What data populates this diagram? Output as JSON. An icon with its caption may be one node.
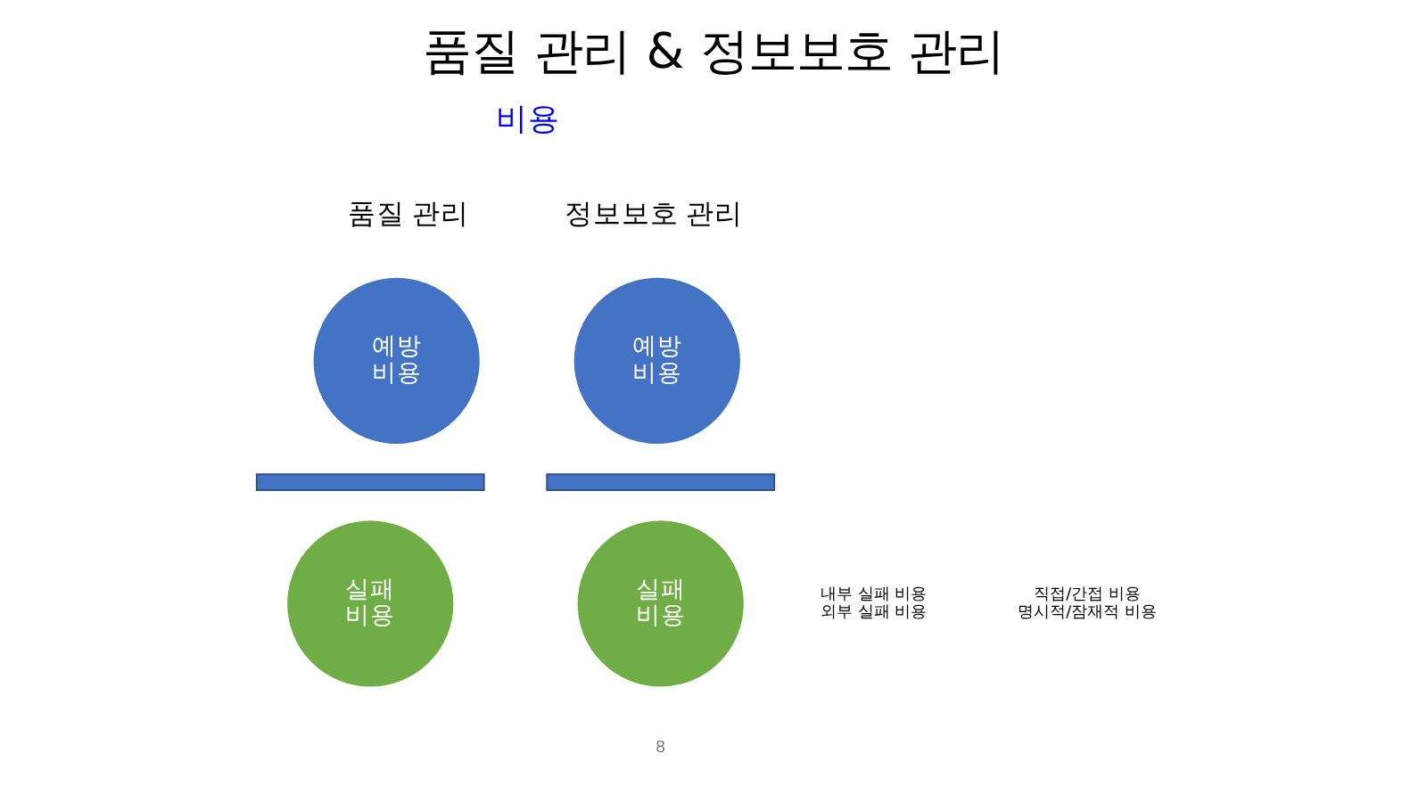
{
  "diagram": {
    "title": "품질 관리 & 정보보호 관리",
    "nodes": [
      {
        "text": [
          "예방 비용"
        ]
      },
      {
        "text": [],
        "shape": "bar"
      },
      {
        "text": [
          "실패 비용"
        ],
        "beside": [
          "내부 실패 비용",
          "외부 실패 비용"
        ]
      },
      {
        "text": [
          "예방 비용"
        ]
      },
      {
        "text": [],
        "shape": "bar"
      },
      {
        "text": [
          "실패 비용"
        ],
        "beside": [
          "직접/간접 비용",
          "명시적/잠재적 비용"
        ]
      }
    ],
    "labels": [
      "비용",
      "품질 관리",
      "정보보호 관리",
      "8"
    ]
  }
}
